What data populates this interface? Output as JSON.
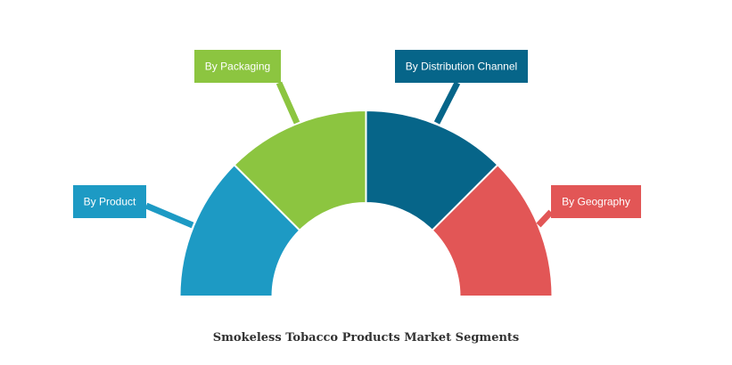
{
  "chart_data": {
    "type": "pie",
    "variant": "semi-donut",
    "title": "Smokeless Tobacco Products Market Segments",
    "slices": [
      {
        "label": "By Product",
        "value": 25,
        "color": "#1d9ac4"
      },
      {
        "label": "By Packaging",
        "value": 25,
        "color": "#8cc540"
      },
      {
        "label": "By Distribution Channel",
        "value": 25,
        "color": "#066589"
      },
      {
        "label": "By Geography",
        "value": 25,
        "color": "#e25656"
      }
    ],
    "legend": "none"
  }
}
